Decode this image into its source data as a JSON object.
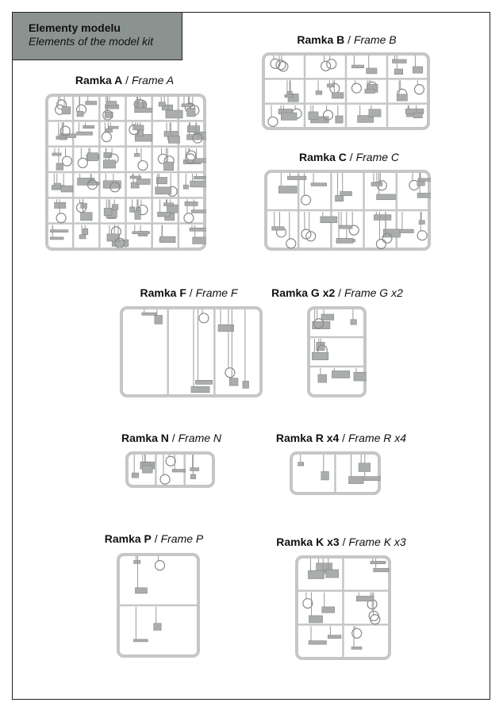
{
  "header": {
    "title_pl": "Elementy modelu",
    "title_en": "Elements of the model kit"
  },
  "frames": [
    {
      "id": "A",
      "pl": "Ramka A",
      "en": "Frame A"
    },
    {
      "id": "B",
      "pl": "Ramka B",
      "en": "Frame B"
    },
    {
      "id": "C",
      "pl": "Ramka C",
      "en": "Frame C"
    },
    {
      "id": "F",
      "pl": "Ramka F",
      "en": "Frame F"
    },
    {
      "id": "G",
      "pl": "Ramka G x2",
      "en": "Frame G x2"
    },
    {
      "id": "N",
      "pl": "Ramka N",
      "en": "Frame N"
    },
    {
      "id": "R",
      "pl": "Ramka R x4",
      "en": "Frame R x4"
    },
    {
      "id": "P",
      "pl": "Ramka P",
      "en": "Frame P"
    },
    {
      "id": "K",
      "pl": "Ramka K x3",
      "en": "Frame K x3"
    }
  ],
  "colors": {
    "title_bg": "#8b9391",
    "sprue": "#c4c7c5",
    "part": "#a9adab"
  }
}
